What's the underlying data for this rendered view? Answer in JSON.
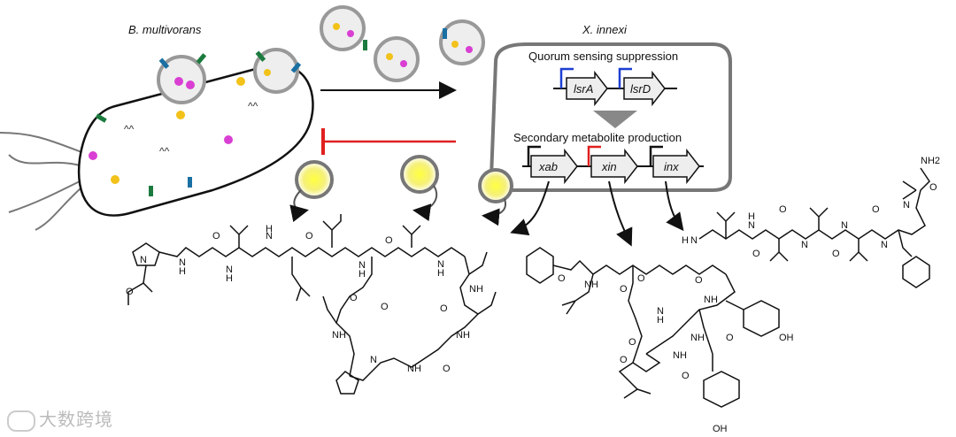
{
  "labels": {
    "bacterium": "B. multivorans",
    "inhibitor": "X. innexi",
    "panel_top": "Quorum sensing suppression",
    "panel_bottom": "Secondary metabolite production"
  },
  "genes": {
    "lsrA": "lsrA",
    "lsrD": "lsrD",
    "xab": "xab",
    "xin": "xin",
    "inx": "inx"
  },
  "chem_labels": {
    "NH2": "NH2",
    "N": "N",
    "NH": "NH",
    "H": "H",
    "O": "O",
    "OH": "OH"
  },
  "watermark": "大数跨境",
  "colors": {
    "green": "#1b7a3e",
    "blue": "#1a6fa3",
    "magenta": "#d93fd3",
    "yellow": "#f2c21b",
    "red": "#e02020",
    "promoter_blue": "#1d3fd1",
    "promoter_red": "#e02020"
  }
}
